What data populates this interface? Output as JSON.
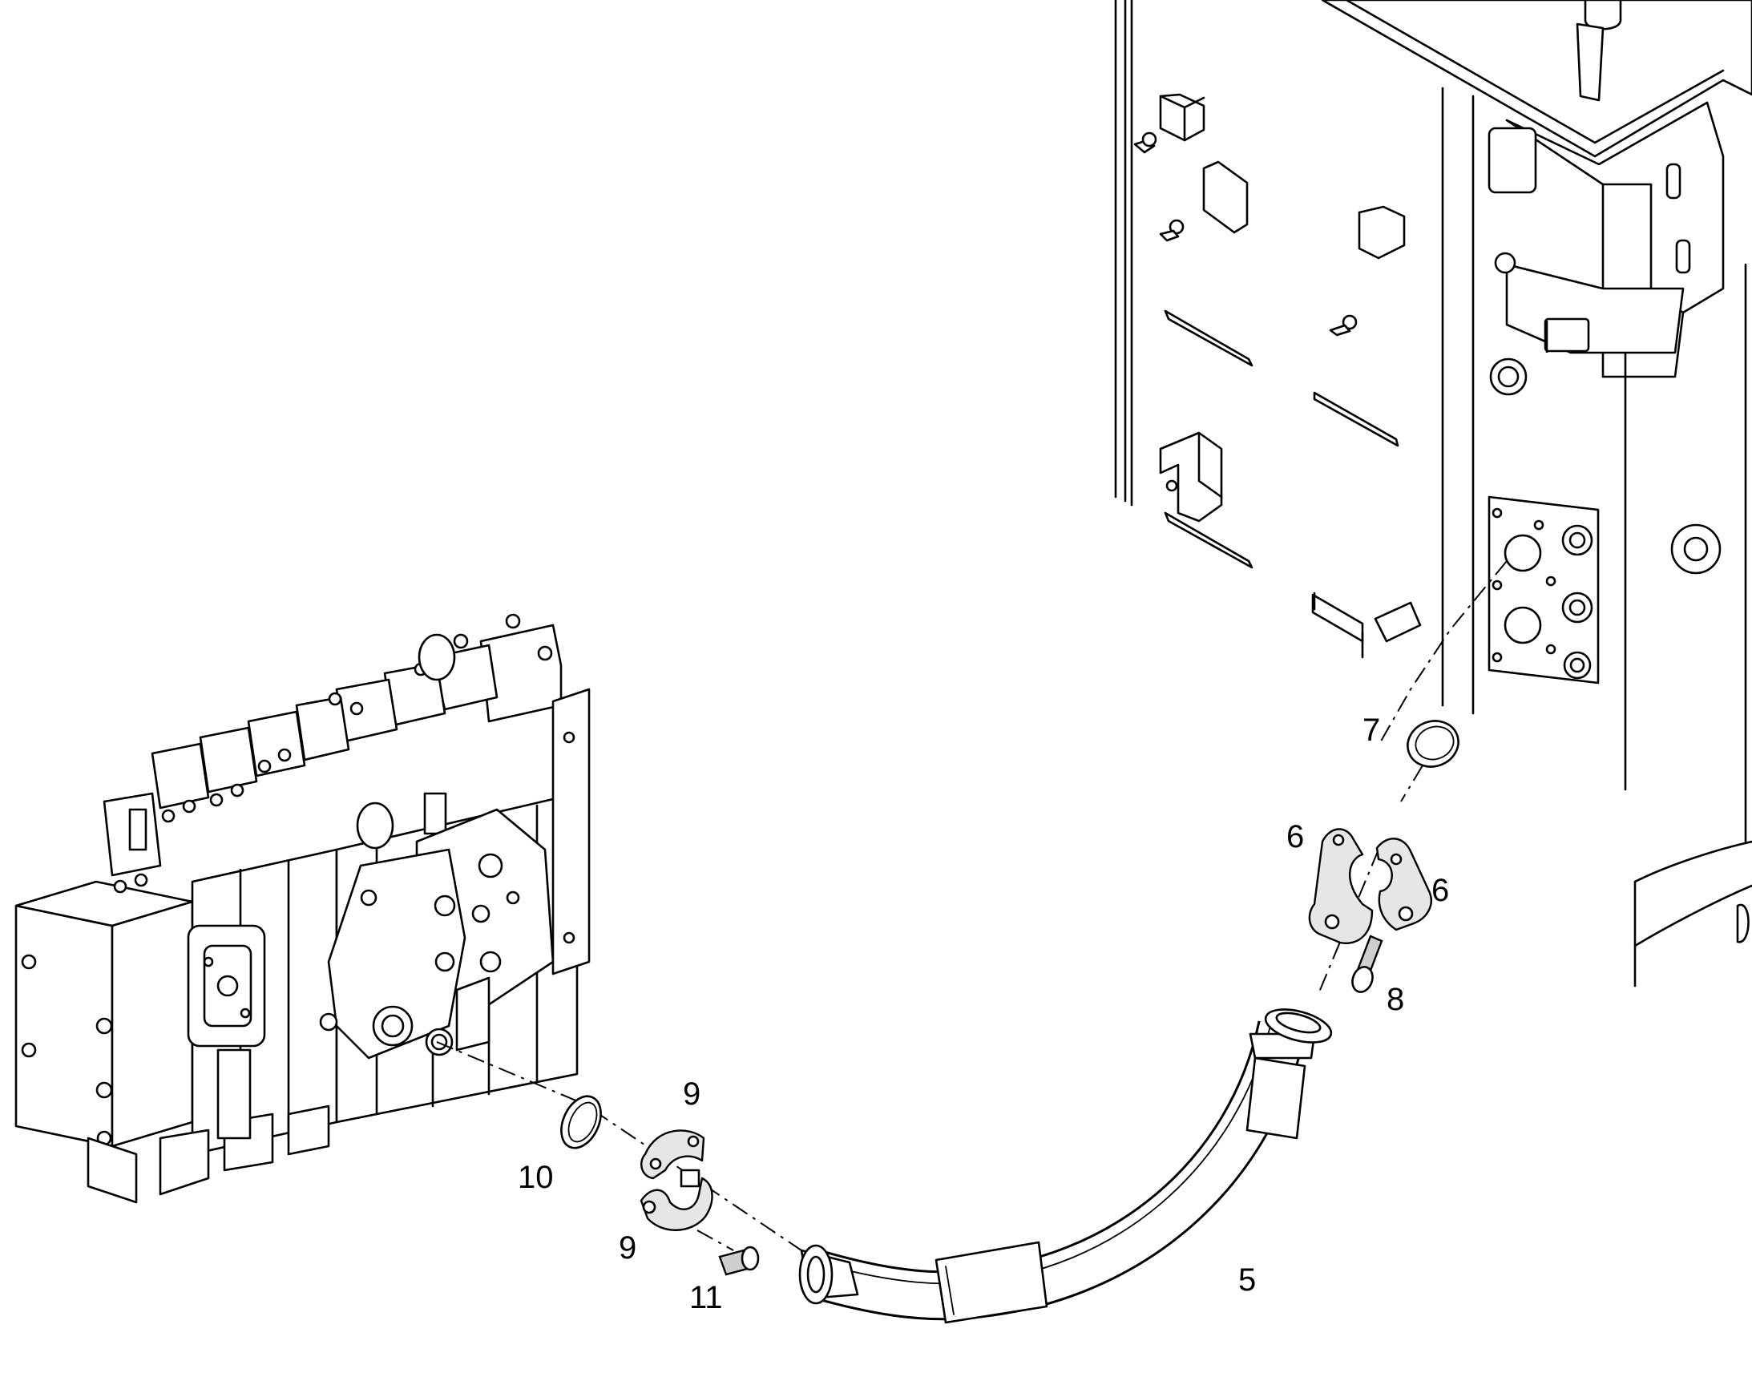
{
  "diagram": {
    "callouts": {
      "hose": "5",
      "flange_half_left": "6",
      "flange_half_right": "6",
      "o_ring_upper": "7",
      "screw_upper": "8",
      "clamp_half_upper": "9",
      "clamp_half_lower": "9",
      "o_ring_lower": "10",
      "screw_lower": "11"
    }
  }
}
